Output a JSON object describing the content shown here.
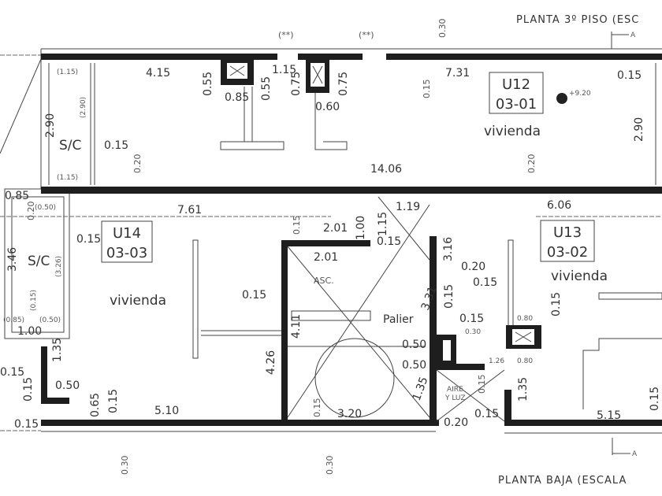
{
  "titles": {
    "upper": "PLANTA 3º PISO (ESC",
    "lower": "PLANTA BAJA (ESCALA",
    "section_mark": "A"
  },
  "units": [
    {
      "code": "U12",
      "number": "03-01",
      "use": "vivienda"
    },
    {
      "code": "U14",
      "number": "03-03",
      "use": "vivienda"
    },
    {
      "code": "U13",
      "number": "03-02",
      "use": "vivienda"
    }
  ],
  "labels": {
    "sc": "S/C",
    "asc": "ASC.",
    "palier": "Palier",
    "aire1": "AIRE",
    "aire2": "Y LUZ",
    "note": "(**)",
    "level": "+9.20"
  },
  "dims": [
    "4.15",
    "0.85",
    "1.15",
    "0.60",
    "7.31",
    "0.15",
    "0.15",
    "14.06",
    "0.55",
    "0.55",
    "0.75",
    "0.75",
    "0.15",
    "2.90",
    "0.20",
    "0.20",
    "2.90",
    "0.30",
    "(1.15)",
    "(2.90)",
    "(1.15)",
    "0.85",
    "(0.50)",
    "0.20",
    "7.61",
    "0.15",
    "2.01",
    "1.00",
    "1.15",
    "1.19",
    "6.06",
    "0.15",
    "2.01",
    "3.16",
    "0.20",
    "0.15",
    "3.31",
    "0.15",
    "0.15",
    "0.30",
    "0.15",
    "0.80",
    "0.50",
    "0.50",
    "1.26",
    "0.80",
    "0.15",
    "3.46",
    "(3.26)",
    "(0.15)",
    "0.15",
    "(0.85)",
    "(0.50)",
    "1.00",
    "4.11",
    "4.26",
    "1.35",
    "0.15",
    "0.50",
    "0.15",
    "0.65",
    "0.15",
    "5.10",
    "0.15",
    "0.15",
    "3.20",
    "1.35",
    "0.15",
    "0.20",
    "0.15",
    "1.35",
    "5.15",
    "0.15",
    "0.30",
    "0.30"
  ]
}
